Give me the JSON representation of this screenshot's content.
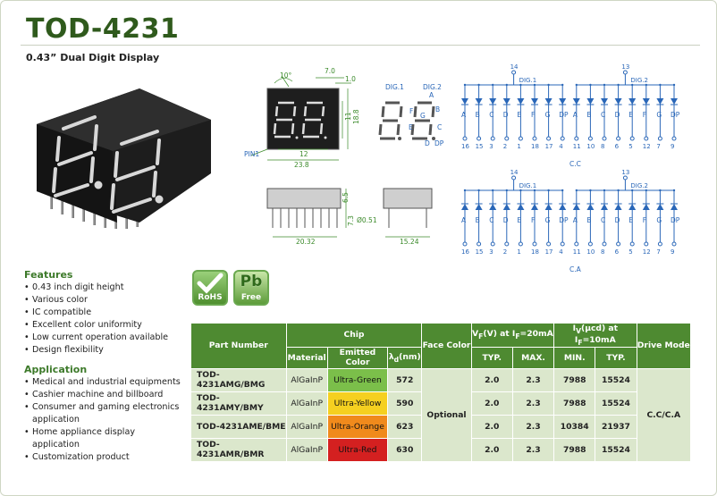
{
  "header": {
    "title": "TOD-4231",
    "subtitle": "0.43” Dual Digit Display"
  },
  "features": {
    "heading": "Features",
    "items": [
      "0.43 inch digit height",
      "Various color",
      "IC compatible",
      "Excellent color uniformity",
      "Low current operation available",
      "Design flexibility"
    ]
  },
  "application": {
    "heading": "Application",
    "items": [
      "Medical and industrial equipments",
      "Cashier machine and billboard",
      "Consumer and gaming electronics application",
      "Home appliance display application",
      "Customization product"
    ]
  },
  "badges": {
    "rohs": "RoHS",
    "pb": "Pb",
    "free": "Free"
  },
  "drawing": {
    "dim_10deg": "10°",
    "dim_7_0": "7.0",
    "dim_1_0": "1.0",
    "dim_11": "11",
    "dim_18_8": "18.8",
    "dim_12": "12",
    "dim_23_8": "23.8",
    "pin1": "PIN1",
    "dig1": "DIG.1",
    "dig2": "DIG.2",
    "seg_a": "A",
    "seg_b": "B",
    "seg_c": "C",
    "seg_d": "D",
    "seg_e": "E",
    "seg_f": "F",
    "seg_g": "G",
    "seg_dp": "DP",
    "dim_6_5": "6.5",
    "dim_7_3": "7.3",
    "dim_pin": "Ø0.51",
    "dim_20_32": "20.32",
    "dim_15_24": "15.24"
  },
  "circuits": [
    {
      "caption": "C.C",
      "common_pins": [
        "14",
        "13"
      ],
      "dig_labels": [
        "DIG.1",
        "DIG.2"
      ],
      "seg_labels": [
        "A",
        "B",
        "C",
        "D",
        "E",
        "F",
        "G",
        "DP",
        "A",
        "B",
        "C",
        "D",
        "E",
        "F",
        "G",
        "DP"
      ],
      "pin_labels": [
        "16",
        "15",
        "3",
        "2",
        "1",
        "18",
        "17",
        "4",
        "11",
        "10",
        "8",
        "6",
        "5",
        "12",
        "7",
        "9"
      ]
    },
    {
      "caption": "C.A",
      "common_pins": [
        "14",
        "13"
      ],
      "dig_labels": [
        "DIG.1",
        "DIG.2"
      ],
      "seg_labels": [
        "A",
        "B",
        "C",
        "D",
        "E",
        "F",
        "G",
        "DP",
        "A",
        "B",
        "C",
        "D",
        "E",
        "F",
        "G",
        "DP"
      ],
      "pin_labels": [
        "16",
        "15",
        "3",
        "2",
        "1",
        "18",
        "17",
        "4",
        "11",
        "10",
        "8",
        "6",
        "5",
        "12",
        "7",
        "9"
      ]
    }
  ],
  "table": {
    "h_part": "Part Number",
    "h_chip": "Chip",
    "h_material": "Material",
    "h_emitted": "Emitted Color",
    "h_lambda_sym": "λ",
    "h_lambda_sub": "d",
    "h_lambda_unit": "(nm)",
    "h_face": "Face Color",
    "h_vf_a": "V",
    "h_vf_sub": "F",
    "h_vf_b": "(V) at I",
    "h_vf_sub2": "F",
    "h_vf_c": "=20mA",
    "h_iv_a": "I",
    "h_iv_sub": "V",
    "h_iv_b": "(μcd) at I",
    "h_iv_sub2": "F",
    "h_iv_c": "=10mA",
    "h_drive": "Drive Mode",
    "h_typ": "TYP.",
    "h_max": "MAX.",
    "h_min": "MIN.",
    "h_typ2": "TYP.",
    "face_color": "Optional",
    "drive_mode": "C.C/C.A",
    "rows": [
      {
        "part": "TOD-4231AMG/BMG",
        "material": "AlGaInP",
        "color": "Ultra-Green",
        "lambda": "572",
        "vf_typ": "2.0",
        "vf_max": "2.3",
        "iv_min": "7988",
        "iv_typ": "15524",
        "bg": "#7bbf4a"
      },
      {
        "part": "TOD-4231AMY/BMY",
        "material": "AlGaInP",
        "color": "Ultra-Yellow",
        "lambda": "590",
        "vf_typ": "2.0",
        "vf_max": "2.3",
        "iv_min": "7988",
        "iv_typ": "15524",
        "bg": "#f5d020"
      },
      {
        "part": "TOD-4231AME/BME",
        "material": "AlGaInP",
        "color": "Ultra-Orange",
        "lambda": "623",
        "vf_typ": "2.0",
        "vf_max": "2.3",
        "iv_min": "10384",
        "iv_typ": "21937",
        "bg": "#f08a1c"
      },
      {
        "part": "TOD-4231AMR/BMR",
        "material": "AlGaInP",
        "color": "Ultra-Red",
        "lambda": "630",
        "vf_typ": "2.0",
        "vf_max": "2.3",
        "iv_min": "7988",
        "iv_typ": "15524",
        "bg": "#d42020"
      }
    ]
  },
  "colors": {
    "brand_green": "#2f5a1c",
    "header_green": "#4e8a31",
    "row_green": "#dbe7cc",
    "circuit_blue": "#2a67b8",
    "dim_green": "#3b8a2a"
  }
}
